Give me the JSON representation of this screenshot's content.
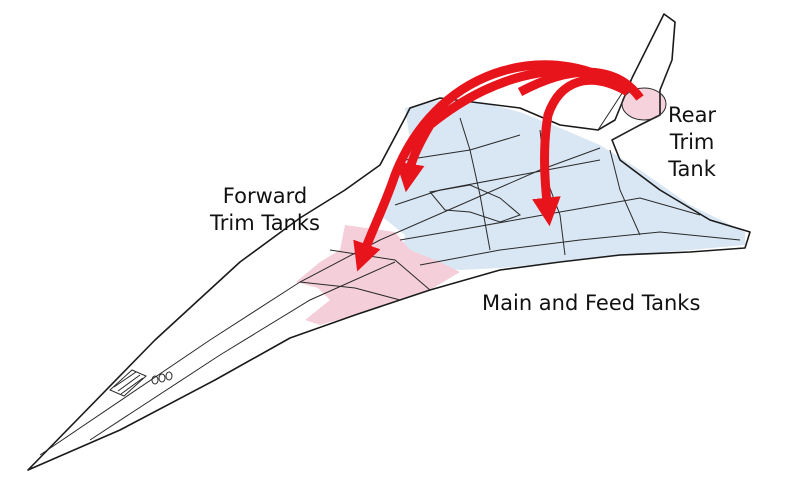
{
  "labels": {
    "rear": [
      "Rear",
      "Trim",
      "Tank"
    ],
    "forward": [
      "Forward",
      "Trim Tanks"
    ],
    "main": "Main and Feed Tanks"
  },
  "colors": {
    "main_tanks": "#d9e6f3",
    "trim_tanks": "#f4cfd9",
    "rear_tank": "#f6d3dc",
    "arrows": "#e8141b",
    "outline": "#1a1a1a",
    "background": "#ffffff"
  },
  "icons": {
    "arrow_fwd_left": "curved-red-arrow",
    "arrow_fwd_right": "curved-red-arrow",
    "arrow_rear": "curved-red-arrow"
  }
}
